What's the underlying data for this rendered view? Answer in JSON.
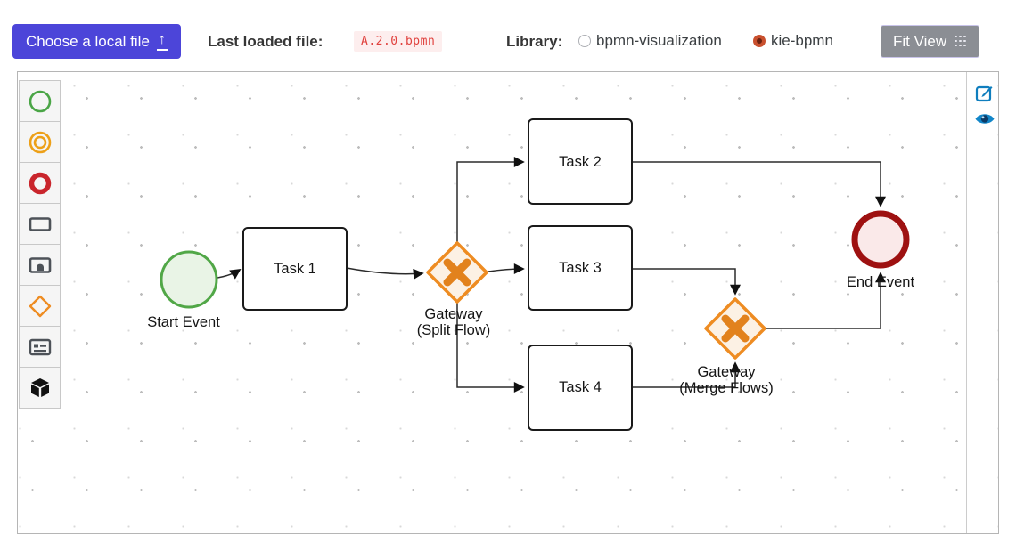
{
  "toolbar": {
    "choose_file_label": "Choose a local file",
    "upload_icon": "↑",
    "last_loaded_label": "Last loaded file:",
    "last_loaded_value": "A.2.0.bpmn",
    "library_label": "Library:",
    "library_options": [
      {
        "label": "bpmn-visualization",
        "selected": false
      },
      {
        "label": "kie-bpmn",
        "selected": true
      }
    ],
    "fit_view_label": "Fit View",
    "fit_view_icon": "grid-dots-icon"
  },
  "palette": {
    "items": [
      {
        "name": "start-event-tool",
        "icon": "green-circle-icon"
      },
      {
        "name": "intermediate-event-tool",
        "icon": "orange-double-circle-icon"
      },
      {
        "name": "end-event-tool",
        "icon": "red-thick-circle-icon"
      },
      {
        "name": "task-tool",
        "icon": "rectangle-icon"
      },
      {
        "name": "call-activity-tool",
        "icon": "rectangle-with-tab-icon"
      },
      {
        "name": "gateway-tool",
        "icon": "orange-diamond-icon"
      },
      {
        "name": "form-tool",
        "icon": "form-icon"
      },
      {
        "name": "artifact-tool",
        "icon": "cube-icon"
      }
    ]
  },
  "side_panel": {
    "icons": [
      {
        "name": "edit-icon"
      },
      {
        "name": "eye-icon"
      }
    ],
    "icon_color": "#0f7ebe"
  },
  "diagram": {
    "nodes": [
      {
        "id": "start",
        "type": "start-event",
        "label": "Start Event"
      },
      {
        "id": "task1",
        "type": "task",
        "label": "Task 1"
      },
      {
        "id": "task2",
        "type": "task",
        "label": "Task 2"
      },
      {
        "id": "task3",
        "type": "task",
        "label": "Task 3"
      },
      {
        "id": "task4",
        "type": "task",
        "label": "Task 4"
      },
      {
        "id": "gw-split",
        "type": "exclusive-gateway",
        "label_line1": "Gateway",
        "label_line2": "(Split Flow)"
      },
      {
        "id": "gw-merge",
        "type": "exclusive-gateway",
        "label_line1": "Gateway",
        "label_line2": "(Merge Flows)"
      },
      {
        "id": "end",
        "type": "end-event",
        "label": "End Event"
      }
    ],
    "edges": [
      {
        "from": "start",
        "to": "task1"
      },
      {
        "from": "task1",
        "to": "gw-split"
      },
      {
        "from": "gw-split",
        "to": "task2"
      },
      {
        "from": "gw-split",
        "to": "task3"
      },
      {
        "from": "gw-split",
        "to": "task4"
      },
      {
        "from": "task2",
        "to": "end"
      },
      {
        "from": "task3",
        "to": "gw-merge"
      },
      {
        "from": "task4",
        "to": "gw-merge"
      },
      {
        "from": "gw-merge",
        "to": "end"
      }
    ]
  },
  "colors": {
    "primary_button_bg": "#4c45d9",
    "file_badge_text": "#e0413d",
    "file_badge_bg": "#fdeeee",
    "radio_selected": "#c9502e",
    "fit_view_bg": "#8b8e94",
    "start_event_stroke": "#51a747",
    "start_event_fill": "#e9f4e6",
    "gateway_stroke": "#ee8c22",
    "gateway_fill": "#fcf1e4",
    "end_event_stroke": "#9e1111",
    "end_event_fill": "#fae9e9",
    "side_icon_blue": "#0f7ebe"
  }
}
